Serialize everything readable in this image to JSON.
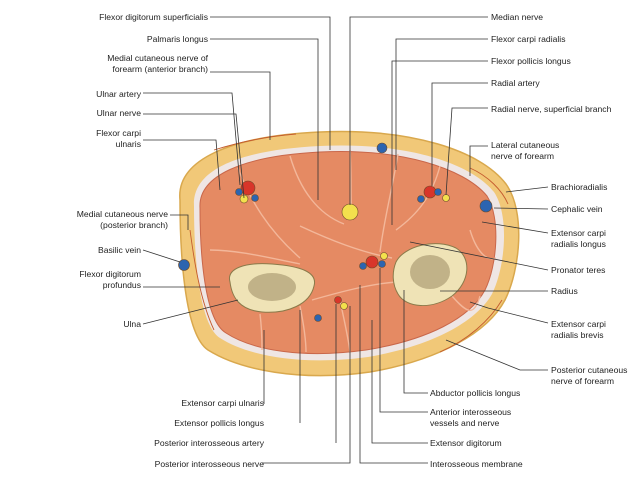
{
  "diagram": {
    "colors": {
      "fat": "#f1c878",
      "fat_edge": "#d9a84d",
      "muscle": "#e58a63",
      "muscle_dark": "#c9674a",
      "muscle_line": "#f3b79a",
      "fascia": "#efe6e4",
      "bone": "#efe3b6",
      "bone_edge": "#8a7a4a",
      "marrow": "#9b8a63",
      "artery": "#d8352a",
      "vein": "#2c64b0",
      "nerve": "#f3e04d",
      "leader": "#333333"
    },
    "labels_left": [
      "Flexor digitorum superficialis",
      "Palmaris longus",
      "Medial cutaneous nerve of\nforearm (anterior branch)",
      "Ulnar artery",
      "Ulnar nerve",
      "Flexor carpi\nulnaris",
      "Medial cutaneous nerve\n(posterior branch)",
      "Basilic vein",
      "Flexor digitorum\nprofundus",
      "Ulna"
    ],
    "labels_right": [
      "Median nerve",
      "Flexor carpi radialis",
      "Flexor pollicis longus",
      "Radial artery",
      "Radial nerve, superficial branch",
      "Lateral cutaneous\nnerve of forearm",
      "Brachioradialis",
      "Cephalic vein",
      "Extensor carpi\nradialis longus",
      "Pronator teres",
      "Radius",
      "Extensor carpi\nradialis brevis",
      "Posterior cutaneous\nnerve of forearm"
    ],
    "labels_bottom_left": [
      "Extensor carpi ulnaris",
      "Extensor pollicis longus",
      "Posterior interosseous artery",
      "Posterior interosseous nerve"
    ],
    "labels_bottom_right": [
      "Abductor pollicis longus",
      "Anterior interosseous\nvessels and nerve",
      "Extensor digitorum",
      "Interosseous membrane"
    ]
  }
}
